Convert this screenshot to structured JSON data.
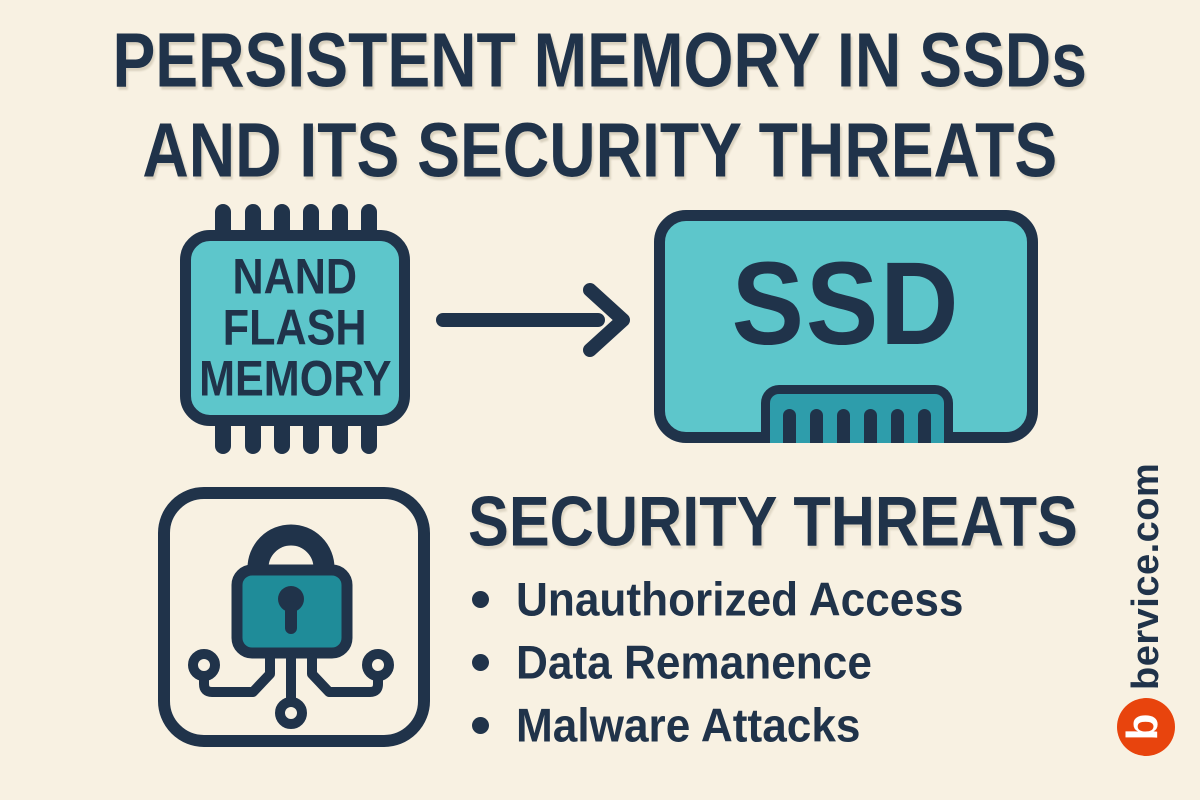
{
  "colors": {
    "bg": "#f8f1e2",
    "navy": "#20334a",
    "teal": "#5dc6cb",
    "teal_dark": "#1f8c99",
    "connector_teal": "#2e9dab",
    "orange": "#e8440d"
  },
  "title": {
    "line1": "PERSISTENT MEMORY IN SSDs",
    "line2": "AND ITS SECURITY THREATS"
  },
  "flow": {
    "chip_lines": [
      "NAND",
      "FLASH",
      "MEMORY"
    ],
    "ssd_label": "SSD"
  },
  "threats": {
    "heading": "SECURITY THREATS",
    "items": [
      "Unauthorized Access",
      "Data Remanence",
      "Malware Attacks"
    ]
  },
  "watermark": {
    "site": "bervice.com",
    "logo_letter": "b"
  }
}
